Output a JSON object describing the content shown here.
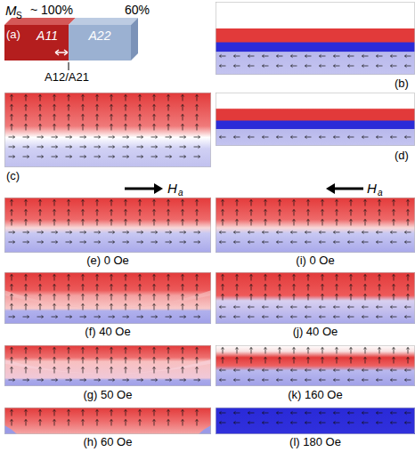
{
  "diagram": {
    "nodes": [
      {
        "text": [
          "A11"
        ]
      },
      {
        "text": [
          "A22"
        ]
      }
    ],
    "labels": [
      "M",
      "S",
      "~ 100%",
      "60%",
      "(a)",
      "A12/A21",
      "(b)",
      "(c)",
      "(d)",
      "H",
      "a",
      "(e) 0 Oe",
      "(f) 40 Oe",
      "(g) 50 Oe",
      "(h) 60 Oe",
      "H",
      "a",
      "(i) 0 Oe",
      "(j) 40 Oe",
      "(k) 160 Oe",
      "(l) 180 Oe"
    ]
  }
}
